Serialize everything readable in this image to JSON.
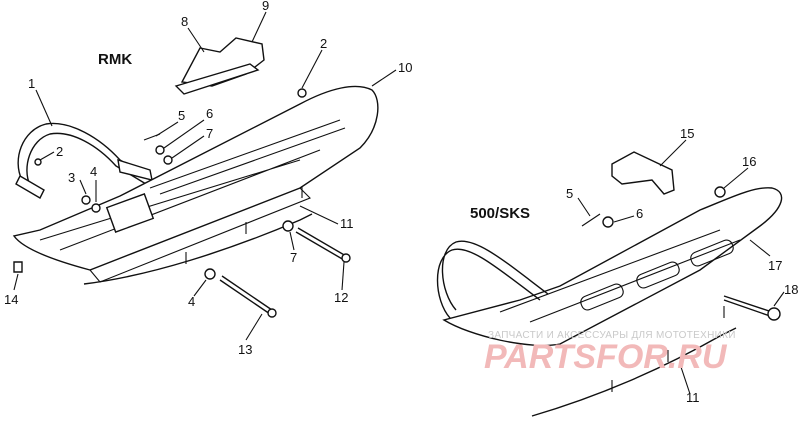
{
  "sections": {
    "rmk": "RMK",
    "sks": "500/SKS"
  },
  "callouts": {
    "c1": "1",
    "c2a": "2",
    "c2b": "2",
    "c3": "3",
    "c4a": "4",
    "c4b": "4",
    "c5a": "5",
    "c5b": "5",
    "c6a": "6",
    "c6b": "6",
    "c7a": "7",
    "c7b": "7",
    "c8": "8",
    "c9": "9",
    "c10": "10",
    "c11a": "11",
    "c11b": "11",
    "c12": "12",
    "c13": "13",
    "c14": "14",
    "c15": "15",
    "c16": "16",
    "c17": "17",
    "c18": "18"
  },
  "watermark": {
    "top": "ЗАПЧАСТИ И АКСЕССУАРЫ ДЛЯ МОТОТЕХНИКИ",
    "brand": "PARTSFOR.RU"
  }
}
